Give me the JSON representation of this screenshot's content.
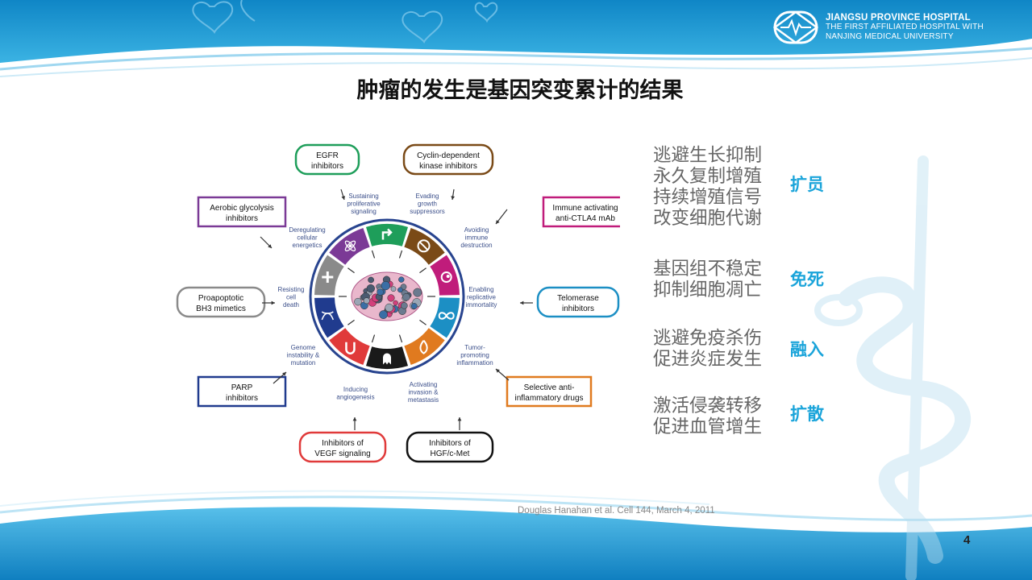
{
  "header": {
    "hospital_line1": "JIANGSU PROVINCE HOSPITAL",
    "hospital_line2": "THE FIRST AFFILIATED HOSPITAL WITH",
    "hospital_line3": "NANJING MEDICAL UNIVERSITY",
    "icons": [
      "heart-icon",
      "hospital-logo-icon"
    ]
  },
  "slide": {
    "title": "肿瘤的发生是基因突变累计的结果",
    "page_number": "4",
    "citation": "Douglas Hanahan et al. Cell 144, March 4, 2011"
  },
  "diagram": {
    "drugs": [
      {
        "l1": "EGFR",
        "l2": "inhibitors",
        "color": "#1e9e5a"
      },
      {
        "l1": "Cyclin-dependent",
        "l2": "kinase inhibitors",
        "color": "#7a4a17"
      },
      {
        "l1": "Immune activating",
        "l2": "anti-CTLA4 mAb",
        "color": "#c01c7b"
      },
      {
        "l1": "Telomerase",
        "l2": "inhibitors",
        "color": "#1c8fc4"
      },
      {
        "l1": "Selective anti-",
        "l2": "inflammatory drugs",
        "color": "#e07a1f"
      },
      {
        "l1": "Inhibitors of",
        "l2": "HGF/c-Met",
        "color": "#111111"
      },
      {
        "l1": "Inhibitors of",
        "l2": "VEGF signaling",
        "color": "#e03a3a"
      },
      {
        "l1": "PARP",
        "l2": "inhibitors",
        "color": "#203b8e"
      },
      {
        "l1": "Proapoptotic",
        "l2": "BH3 mimetics",
        "color": "#8a8a8a"
      },
      {
        "l1": "Aerobic glycolysis",
        "l2": "inhibitors",
        "color": "#7b3a96"
      }
    ],
    "hallmarks": [
      {
        "lines": [
          "Sustaining",
          "proliferative",
          "signaling"
        ]
      },
      {
        "lines": [
          "Evading",
          "growth",
          "suppressors"
        ]
      },
      {
        "lines": [
          "Avoiding",
          "immune",
          "destruction"
        ]
      },
      {
        "lines": [
          "Enabling",
          "replicative",
          "immortality"
        ]
      },
      {
        "lines": [
          "Tumor-",
          "promoting",
          "inflammation"
        ]
      },
      {
        "lines": [
          "Activating",
          "invasion &",
          "metastasis"
        ]
      },
      {
        "lines": [
          "Inducing",
          "angiogenesis"
        ]
      },
      {
        "lines": [
          "Genome",
          "instability &",
          "mutation"
        ]
      },
      {
        "lines": [
          "Resisting",
          "cell",
          "death"
        ]
      },
      {
        "lines": [
          "Deregulating",
          "cellular",
          "energetics"
        ]
      }
    ],
    "ring_icons": [
      "arrow-icon",
      "no-entry-icon",
      "immune-cell-icon",
      "infinity-icon",
      "flame-icon",
      "ghost-icon",
      "capillary-icon",
      "dna-icon",
      "plus-icon",
      "atom-icon"
    ]
  },
  "right_panel": {
    "groups": [
      {
        "lines": [
          "逃避生长抑制",
          "永久复制增殖",
          "持续增殖信号",
          "改变细胞代谢"
        ],
        "tag": "扩员"
      },
      {
        "lines": [
          "基因组不稳定",
          "抑制细胞凋亡"
        ],
        "tag": "免死"
      },
      {
        "lines": [
          "逃避免疫杀伤",
          "促进炎症发生"
        ],
        "tag": "融入"
      },
      {
        "lines": [
          "激活侵袭转移",
          "促进血管增生"
        ],
        "tag": "扩散"
      }
    ]
  }
}
